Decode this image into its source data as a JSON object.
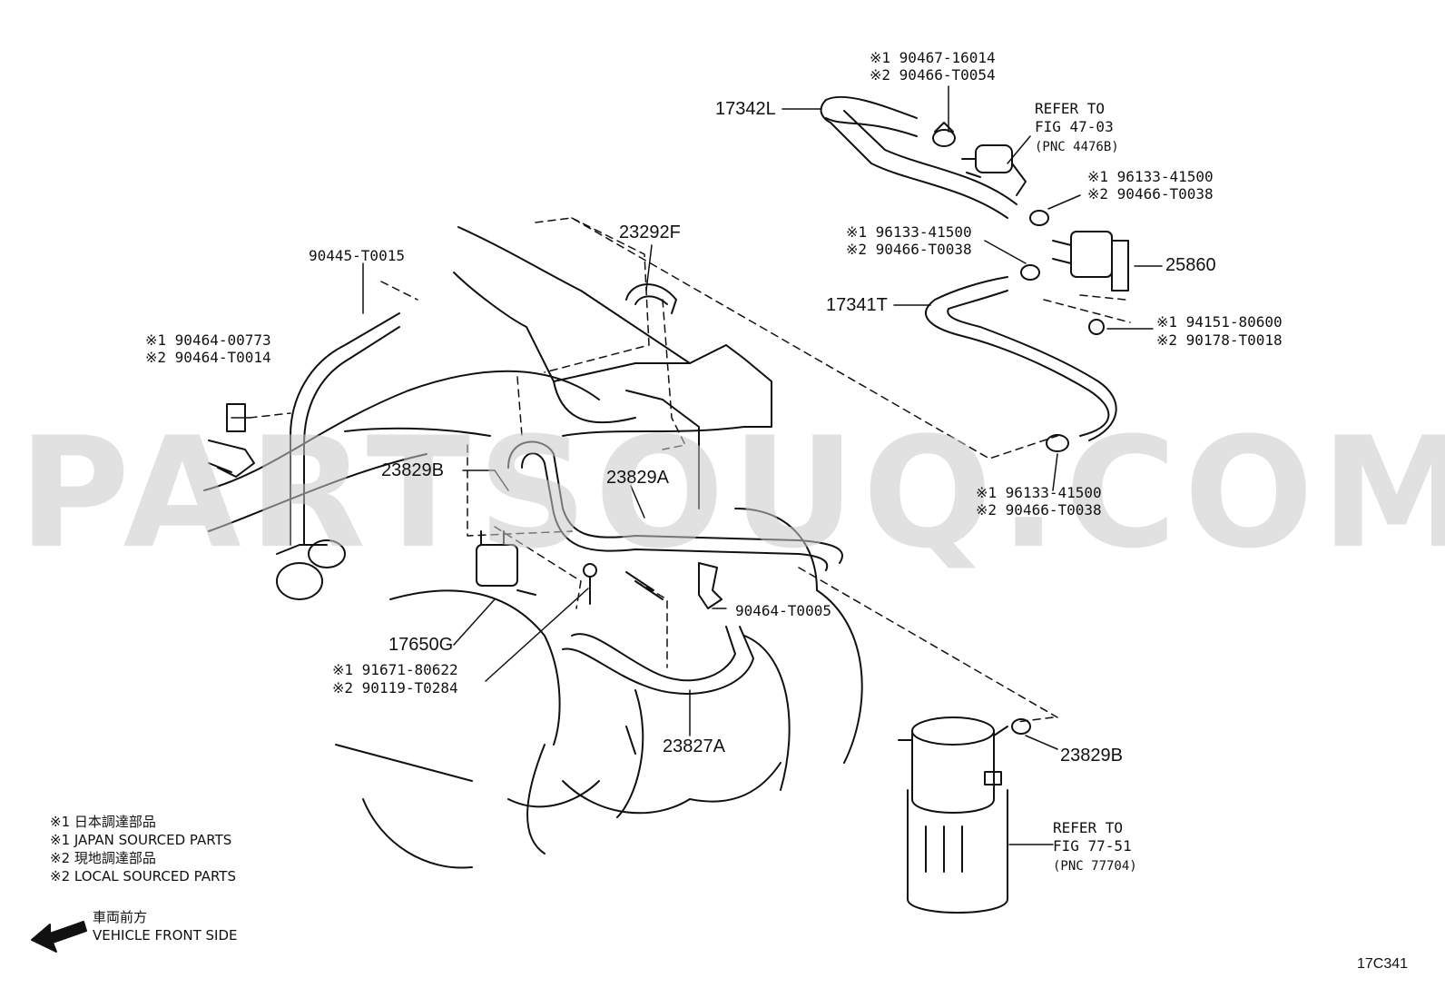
{
  "watermark": "PARTSOUQ.COM",
  "figure_code": "17C341",
  "labels": {
    "p17342L": "17342L",
    "p17341T": "17341T",
    "p25860": "25860",
    "p23292F": "23292F",
    "p23829B_upper": "23829B",
    "p23829A": "23829A",
    "p23829B_lower": "23829B",
    "p23827A": "23827A",
    "p17650G": "17650G",
    "p90445": "90445-T0015",
    "p90464_T0005": "90464-T0005",
    "clamp_top_1": "※1 90467-16014",
    "clamp_top_2": "※2 90466-T0054",
    "clamp_right1_1": "※1 96133-41500",
    "clamp_right1_2": "※2 90466-T0038",
    "clamp_mid_1": "※1 96133-41500",
    "clamp_mid_2": "※2 90466-T0038",
    "nut_1": "※1 94151-80600",
    "nut_2": "※2 90178-T0018",
    "clamp_lower_1": "※1 96133-41500",
    "clamp_lower_2": "※2 90466-T0038",
    "bracket_left_1": "※1 90464-00773",
    "bracket_left_2": "※2 90464-T0014",
    "bolt_1": "※1 91671-80622",
    "bolt_2": "※2 90119-T0284"
  },
  "refers": {
    "fig4703": [
      "REFER TO",
      "FIG 47-03",
      "(PNC 4476B)"
    ],
    "fig7751": [
      "REFER TO",
      "FIG 77-51",
      "(PNC 77704)"
    ]
  },
  "legend": [
    "※1  日本調達部品",
    "※1  JAPAN SOURCED PARTS",
    "※2  現地調達部品",
    "※2  LOCAL SOURCED PARTS"
  ],
  "direction": {
    "line1": "車両前方",
    "line2": "VEHICLE FRONT SIDE",
    "icon": "front-arrow-icon"
  }
}
